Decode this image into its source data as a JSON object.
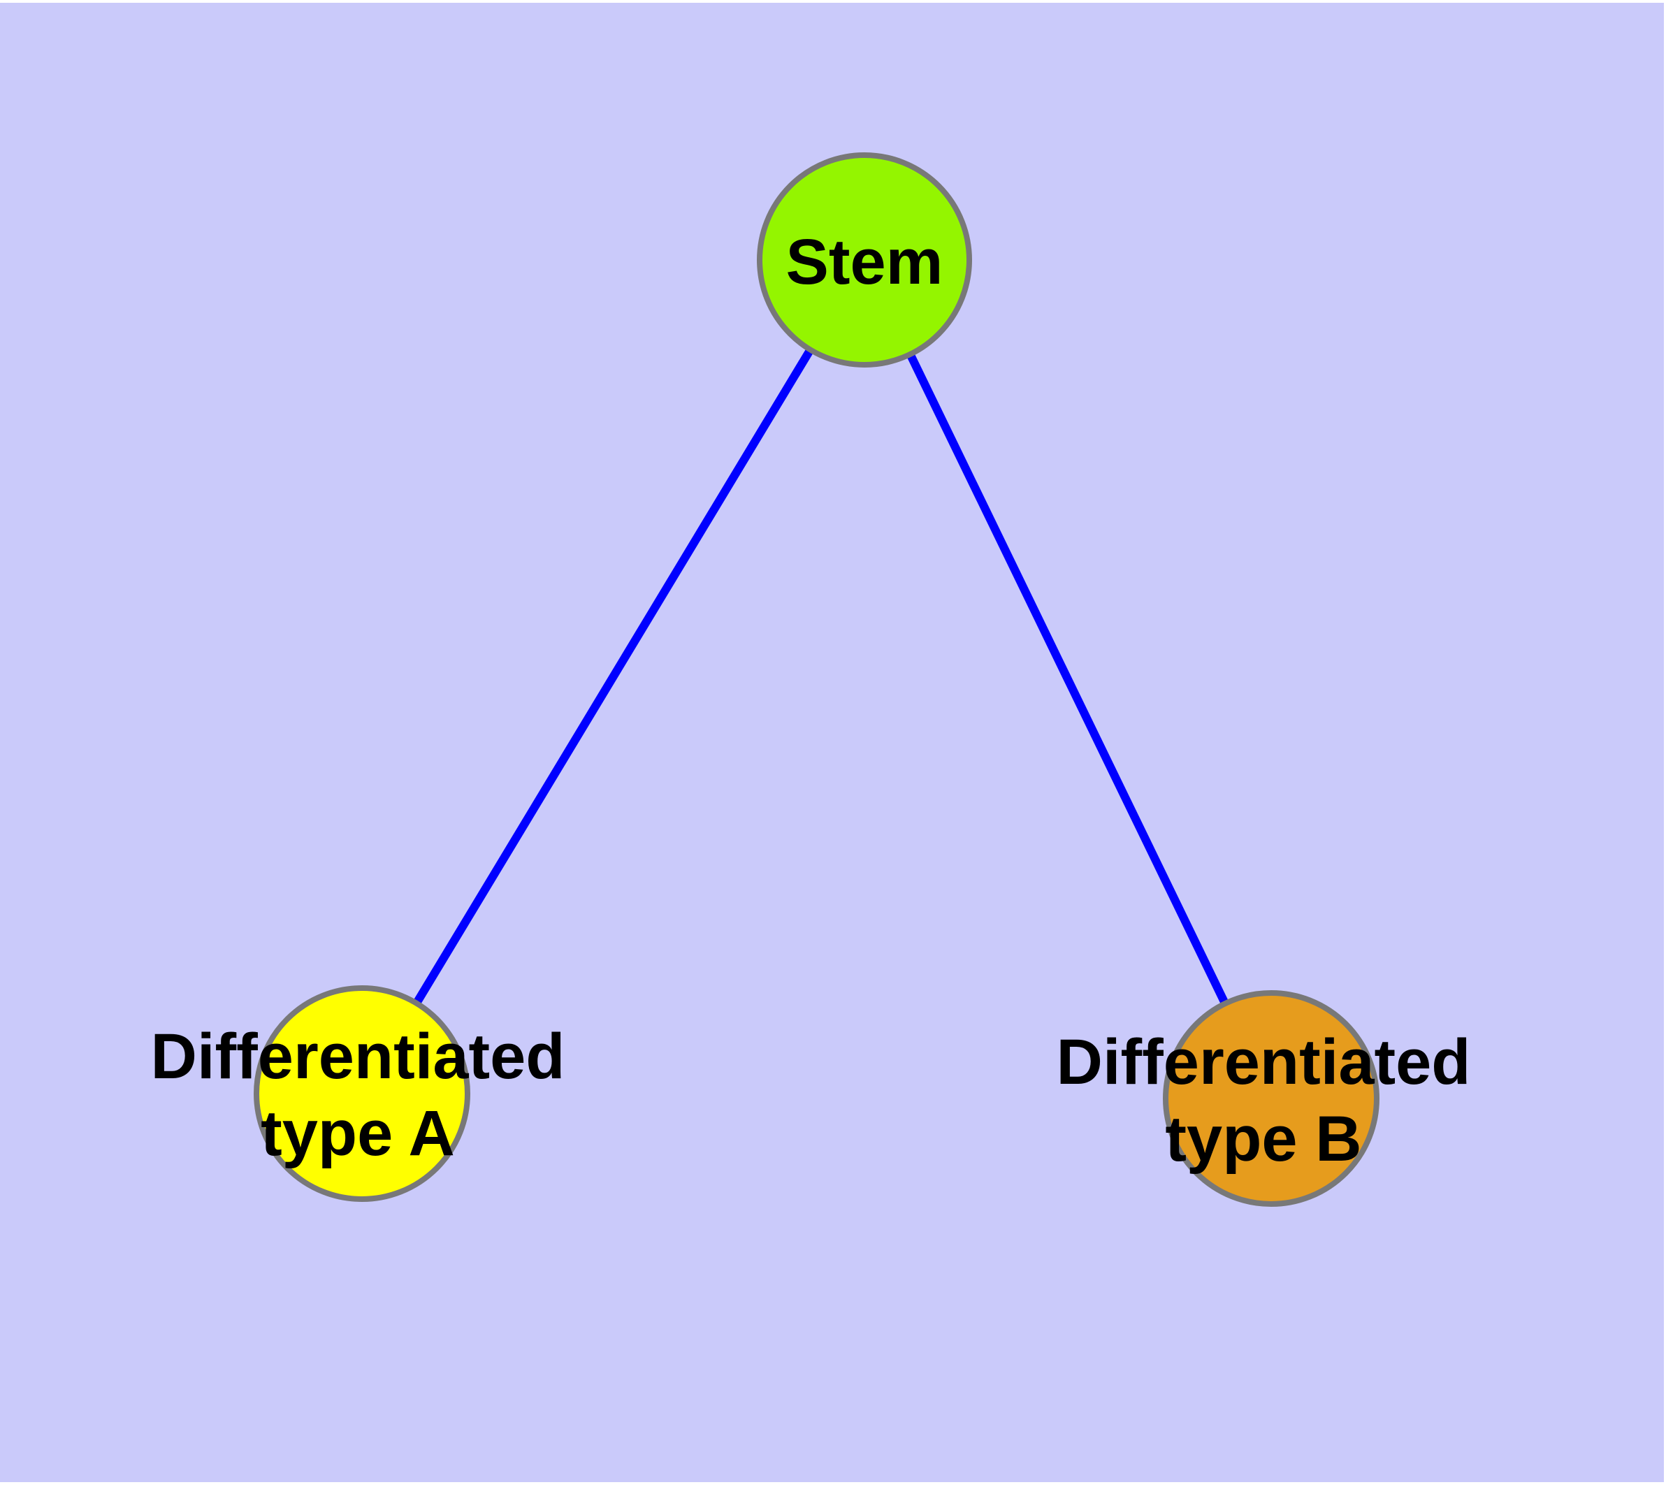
{
  "diagram": {
    "type": "graph",
    "background_color": "#CACAFA",
    "page_color": "#FFFFFF",
    "edge_color": "#0000FF",
    "node_border_color": "#787878",
    "label_color": "#000000",
    "nodes": [
      {
        "id": "stem",
        "label": "Stem",
        "label_lines": [
          "Stem"
        ],
        "color": "#94F500"
      },
      {
        "id": "type-a",
        "label": "Differentiated type A",
        "label_lines": [
          "Differentiated",
          "type A"
        ],
        "color": "#FFFF00"
      },
      {
        "id": "type-b",
        "label": "Differentiated type B",
        "label_lines": [
          "Differentiated",
          "type B"
        ],
        "color": "#E69C1D"
      }
    ],
    "edges": [
      {
        "source": "Stem",
        "target": "Differentiated type A"
      },
      {
        "source": "Stem",
        "target": "Differentiated type B"
      }
    ]
  }
}
